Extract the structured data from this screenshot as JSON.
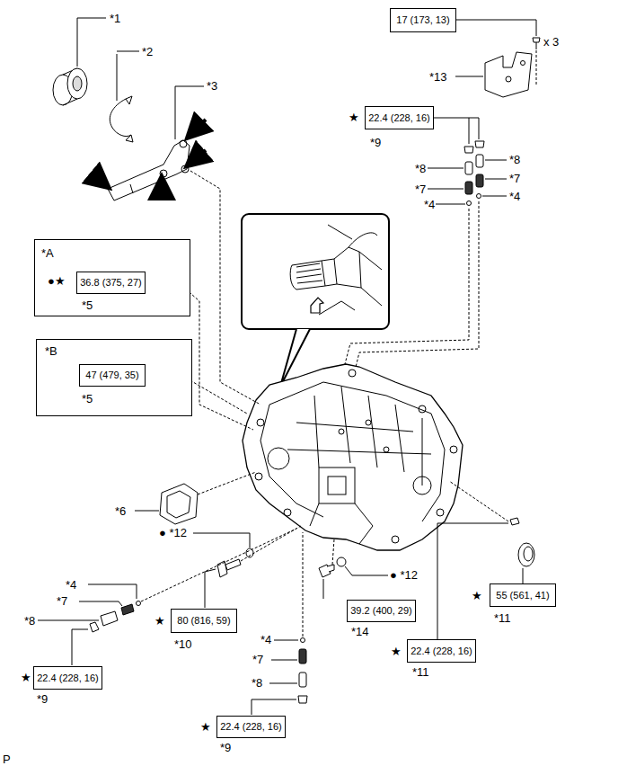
{
  "diagram": {
    "nodes": [
      {
        "text": [
          "17 (173, 13)"
        ]
      },
      {
        "text": [
          "22.4 (228, 16)"
        ]
      },
      {
        "text": [
          "*A",
          "*5"
        ]
      },
      {
        "text": [
          "36.8 (375, 27)"
        ],
        "in": 2
      },
      {
        "text": [
          "*B",
          "*5"
        ]
      },
      {
        "text": [
          "47 (479, 35)"
        ],
        "in": 4
      },
      {
        "text": [
          "80 (816, 59)"
        ]
      },
      {
        "text": [
          "39.2 (400, 29)"
        ]
      },
      {
        "text": [
          "55 (561, 41)"
        ]
      },
      {
        "text": [
          "22.4 (228, 16)"
        ]
      },
      {
        "text": [
          "22.4 (228, 16)"
        ]
      },
      {
        "text": [
          "22.4 (228, 16)"
        ]
      }
    ],
    "labels": [
      "*1",
      "*2",
      "*3",
      "x 3",
      "*13",
      "★",
      "*9",
      "*8",
      "*8",
      "*7",
      "*7",
      "*4",
      "*4",
      "●★",
      "*6",
      "● *12",
      "*4",
      "*7",
      "*8",
      "★",
      "*10",
      "● *12",
      "*14",
      "★",
      "*11",
      "*4",
      "*7",
      "★",
      "*11",
      "*8",
      "★",
      "*9",
      "★",
      "*9",
      "P"
    ]
  }
}
